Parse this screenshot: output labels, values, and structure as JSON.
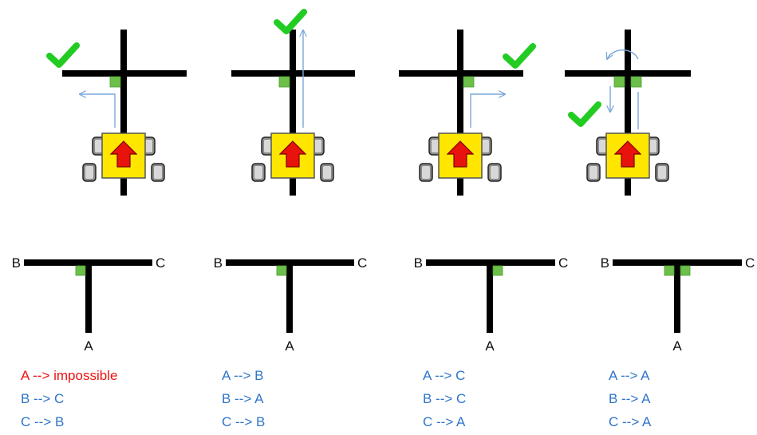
{
  "colors": {
    "track": "#000000",
    "marker": "#6cc04a",
    "marker_border": "#4a9a2e",
    "robot_body": "#ffe600",
    "robot_arrow": "#e8130d",
    "path_arrow": "#7aa7d8",
    "check": "#22cc22",
    "rule_normal": "#2e75c9",
    "rule_impossible": "#ee1111"
  },
  "icons": {
    "check": "check-mark-icon",
    "robot": "robot-car-icon",
    "direction": "up-arrow-icon"
  },
  "panels": [
    {
      "markers": [
        "left"
      ],
      "junction_labels": {
        "a": "A",
        "b": "B",
        "c": "C"
      },
      "rules": [
        {
          "text": "A --> impossible",
          "impossible": true
        },
        {
          "text": "B --> C",
          "impossible": false
        },
        {
          "text": "C --> B",
          "impossible": false
        }
      ]
    },
    {
      "markers": [
        "left"
      ],
      "junction_labels": {
        "a": "A",
        "b": "B",
        "c": "C"
      },
      "rules": [
        {
          "text": "A --> B",
          "impossible": false
        },
        {
          "text": "B --> A",
          "impossible": false
        },
        {
          "text": "C --> B",
          "impossible": false
        }
      ]
    },
    {
      "markers": [
        "right"
      ],
      "junction_labels": {
        "a": "A",
        "b": "B",
        "c": "C"
      },
      "rules": [
        {
          "text": "A --> C",
          "impossible": false
        },
        {
          "text": "B --> C",
          "impossible": false
        },
        {
          "text": "C --> A",
          "impossible": false
        }
      ]
    },
    {
      "markers": [
        "left",
        "right"
      ],
      "junction_labels": {
        "a": "A",
        "b": "B",
        "c": "C"
      },
      "rules": [
        {
          "text": "A --> A",
          "impossible": false
        },
        {
          "text": "B --> A",
          "impossible": false
        },
        {
          "text": "C --> A",
          "impossible": false
        }
      ]
    }
  ]
}
